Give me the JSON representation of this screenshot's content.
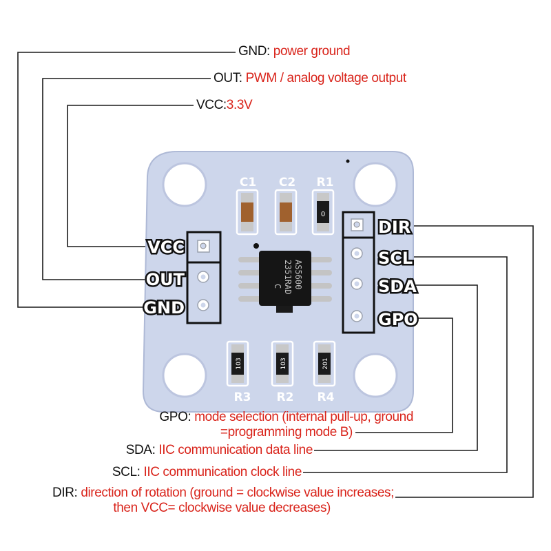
{
  "colors": {
    "board": "#cdd6eb",
    "board_edge": "#aeb9d6",
    "key_text": "#111111",
    "value_text": "#d9241b",
    "chip": "#151515",
    "leader": "#1a1a1a"
  },
  "board": {
    "chip_marking": [
      "AS5600",
      "2351RAD",
      "C"
    ],
    "left_header": [
      "VCC",
      "OUT",
      "GND"
    ],
    "right_header": [
      "DIR",
      "SCL",
      "SDA",
      "GPO"
    ],
    "top_components": [
      "C1",
      "C2",
      "R1"
    ],
    "bottom_components": [
      "R3",
      "R2",
      "R4"
    ],
    "top_codes": [
      "",
      "",
      "0"
    ],
    "bottom_codes": [
      "103",
      "103",
      "201"
    ]
  },
  "callouts": {
    "gnd": {
      "name": "GND:",
      "desc": "power ground"
    },
    "out": {
      "name": "OUT:",
      "desc": "PWM / analog voltage output"
    },
    "vcc": {
      "name": "VCC:",
      "desc": "3.3V"
    },
    "gpo": {
      "name": "GPO:",
      "desc": "mode selection (internal pull-up, ground",
      "desc2": "=programming mode B)"
    },
    "sda": {
      "name": "SDA:",
      "desc": "IIC communication data line"
    },
    "scl": {
      "name": "SCL:",
      "desc": "IIC communication clock line"
    },
    "dir": {
      "name": "DIR:",
      "desc": "direction of rotation (ground = clockwise value increases;",
      "desc2": "then VCC= clockwise value decreases)"
    }
  }
}
